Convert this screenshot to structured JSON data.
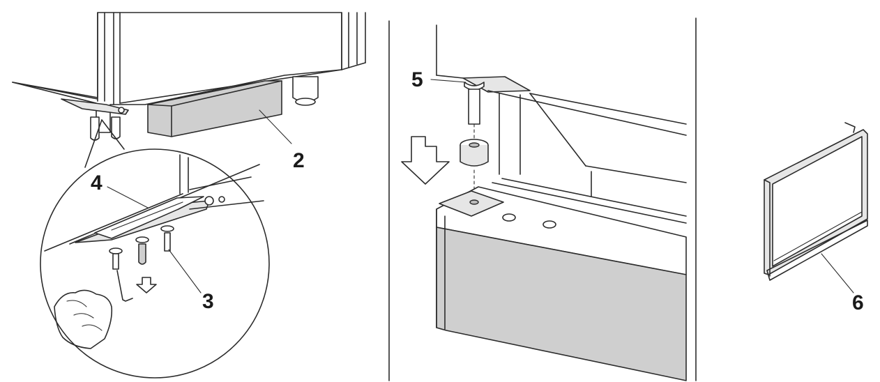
{
  "callouts": {
    "c2": "2",
    "c3": "3",
    "c4": "4",
    "c5": "5",
    "c6": "6"
  },
  "colors": {
    "line": "#2b2b2b",
    "panel_gray": "#cfcfcf",
    "light_gray": "#e6e6e6",
    "background": "#ffffff"
  }
}
